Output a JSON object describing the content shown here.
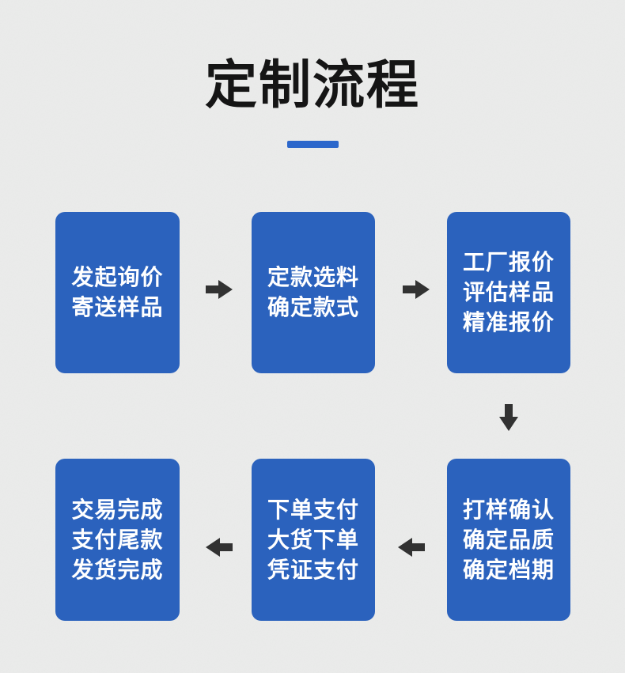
{
  "page": {
    "title": "定制流程",
    "background_color": "#ebeceb",
    "title_color": "#151515",
    "accent_color": "#2b62bd",
    "underline_color": "#2c67cb",
    "arrow_color": "#323232"
  },
  "flow": {
    "steps": [
      {
        "name": "step-1",
        "lines": [
          "发起询价",
          "寄送样品"
        ]
      },
      {
        "name": "step-2",
        "lines": [
          "定款选料",
          "确定款式"
        ]
      },
      {
        "name": "step-3",
        "lines": [
          "工厂报价",
          "评估样品",
          "精准报价"
        ]
      },
      {
        "name": "step-4",
        "lines": [
          "打样确认",
          "确定品质",
          "确定档期"
        ]
      },
      {
        "name": "step-5",
        "lines": [
          "下单支付",
          "大货下单",
          "凭证支付"
        ]
      },
      {
        "name": "step-6",
        "lines": [
          "交易完成",
          "支付尾款",
          "发货完成"
        ]
      }
    ],
    "arrows": [
      {
        "icon": "arrow-right-icon",
        "from": "step-1",
        "to": "step-2"
      },
      {
        "icon": "arrow-right-icon",
        "from": "step-2",
        "to": "step-3"
      },
      {
        "icon": "arrow-down-icon",
        "from": "step-3",
        "to": "step-4"
      },
      {
        "icon": "arrow-left-icon",
        "from": "step-4",
        "to": "step-5"
      },
      {
        "icon": "arrow-left-icon",
        "from": "step-5",
        "to": "step-6"
      }
    ]
  }
}
